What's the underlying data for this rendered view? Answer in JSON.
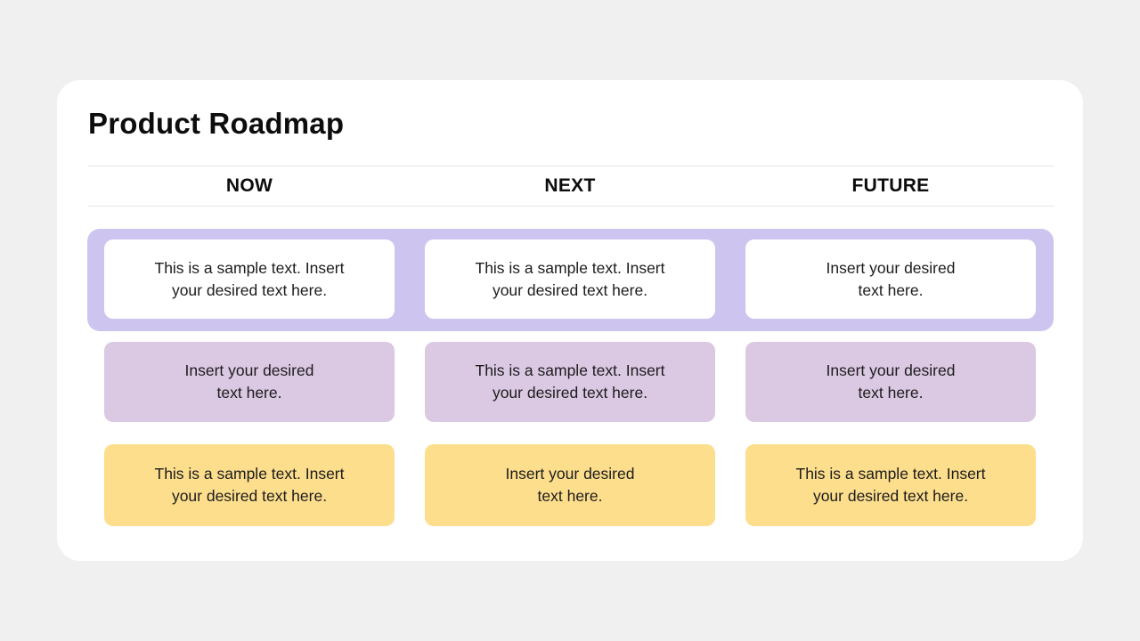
{
  "slide": {
    "title": "Product Roadmap",
    "columns": [
      {
        "label": "NOW"
      },
      {
        "label": "NEXT"
      },
      {
        "label": "FUTURE"
      }
    ],
    "rows": [
      {
        "name": "row-1-highlight-band",
        "cards": [
          "This is a sample text. Insert\nyour desired text here.",
          "This is a sample text. Insert\nyour desired text here.",
          "Insert your desired\ntext here."
        ]
      },
      {
        "name": "row-2",
        "cards": [
          "Insert your desired\ntext here.",
          "This is a sample text. Insert\nyour desired text here.",
          "Insert your desired\ntext here."
        ]
      },
      {
        "name": "row-3",
        "cards": [
          "This is a sample text. Insert\nyour desired text here.",
          "Insert your desired\ntext here.",
          "This is a sample text. Insert\nyour desired text here."
        ]
      }
    ]
  },
  "colors": {
    "page_background": "#f0f0f1",
    "slide_background": "#ffffff",
    "rule_color": "#e7e7e7",
    "band_color": "#cec4f0",
    "white_card_color": "#ffffff",
    "row2_card_color": "#dbc8e3",
    "row3_card_color": "#fdde8d"
  }
}
